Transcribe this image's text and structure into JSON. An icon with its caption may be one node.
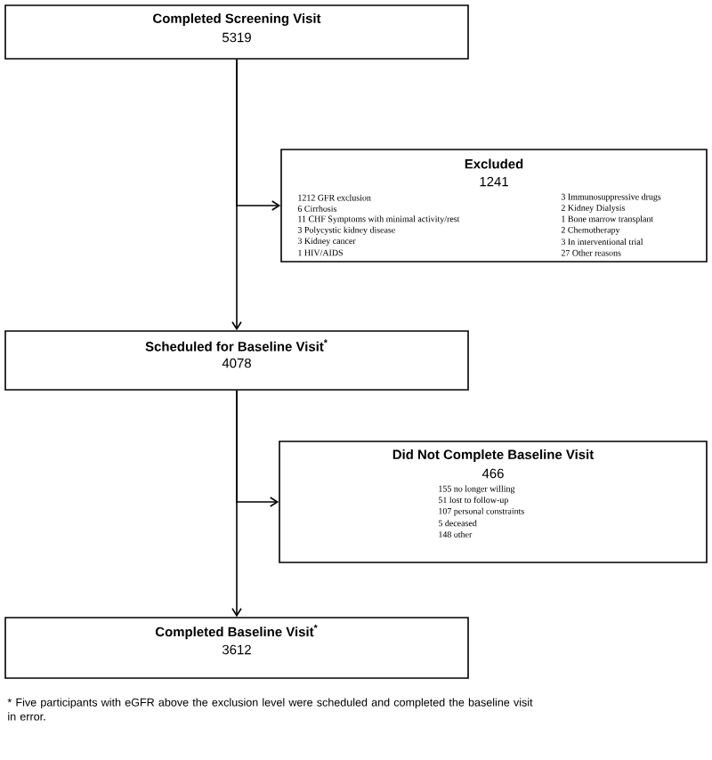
{
  "diagram": {
    "nodes": [
      {
        "text": [
          "Completed Screening Visit",
          "5319"
        ]
      },
      {
        "text": [
          "Excluded",
          "1241",
          "1212 GFR exclusion",
          "3 Immunosuppressive drugs",
          "6 Cirrhosis",
          "2 Kidney Dialysis",
          "11 CHF Symptoms with minimal activity/rest",
          "1 Bone marrow transplant",
          "3 Polycystic kidney disease",
          "2 Chemotherapy",
          "3 Kidney cancer",
          "3 In interventional trial",
          "1 HIV/AIDS",
          "27 Other reasons"
        ]
      },
      {
        "text": [
          "Scheduled for Baseline Visit$^{*}$",
          "4078"
        ]
      },
      {
        "text": [
          "Did Not Complete Baseline Visit",
          "466",
          "155 no longer willing",
          "51 lost to follow-up",
          "107 personal constraints",
          "5 deceased",
          "148 other"
        ]
      },
      {
        "text": [
          "Completed Baseline Visit$^{*}$",
          "3612"
        ]
      }
    ],
    "edges": [
      {
        "from": 0,
        "to": 2,
        "arrow": "to"
      },
      {
        "from": 0,
        "to": 1,
        "arrow": "to"
      },
      {
        "from": 2,
        "to": 4,
        "arrow": "to"
      },
      {
        "from": 2,
        "to": 3,
        "arrow": "to"
      }
    ],
    "caption": "* Five participants with eGFR above the exclusion level were scheduled and completed the baseline visit in error."
  }
}
